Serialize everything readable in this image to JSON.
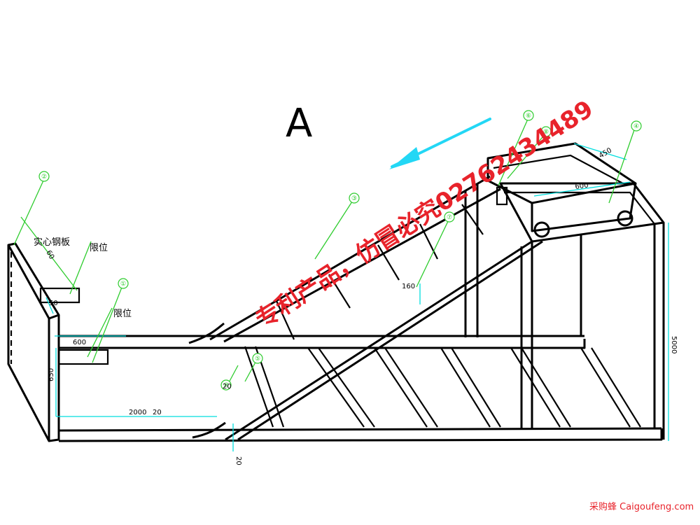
{
  "view_label": "A",
  "watermark": {
    "text": "专利产品，仿冒必究02762434489",
    "color": "#e8232b",
    "arrow_color": "#23d7f5"
  },
  "labels": {
    "solid_plate": "实心钢板",
    "limit_top": "限位",
    "limit_bottom": "限位"
  },
  "balloons": [
    "②",
    "①",
    "③",
    "⑦",
    "⑥",
    "⑧",
    "④",
    "⑤",
    "⑩"
  ],
  "dimensions": {
    "d_height_total": "5000",
    "d_height_left": "650",
    "d_600_left": "600",
    "d_2000": "2000",
    "d_20_bottom": "20",
    "d_20_center": "20",
    "d_20_vert": "20",
    "d_160": "160",
    "d_450": "450",
    "d_600_cart": "600",
    "d_60": "60",
    "d_50": "50"
  },
  "footer_site": "采购蜂 Caigoufeng.com",
  "colors": {
    "frame": "#000000",
    "dimension": "#00dede",
    "leader": "#2ecc2e"
  }
}
